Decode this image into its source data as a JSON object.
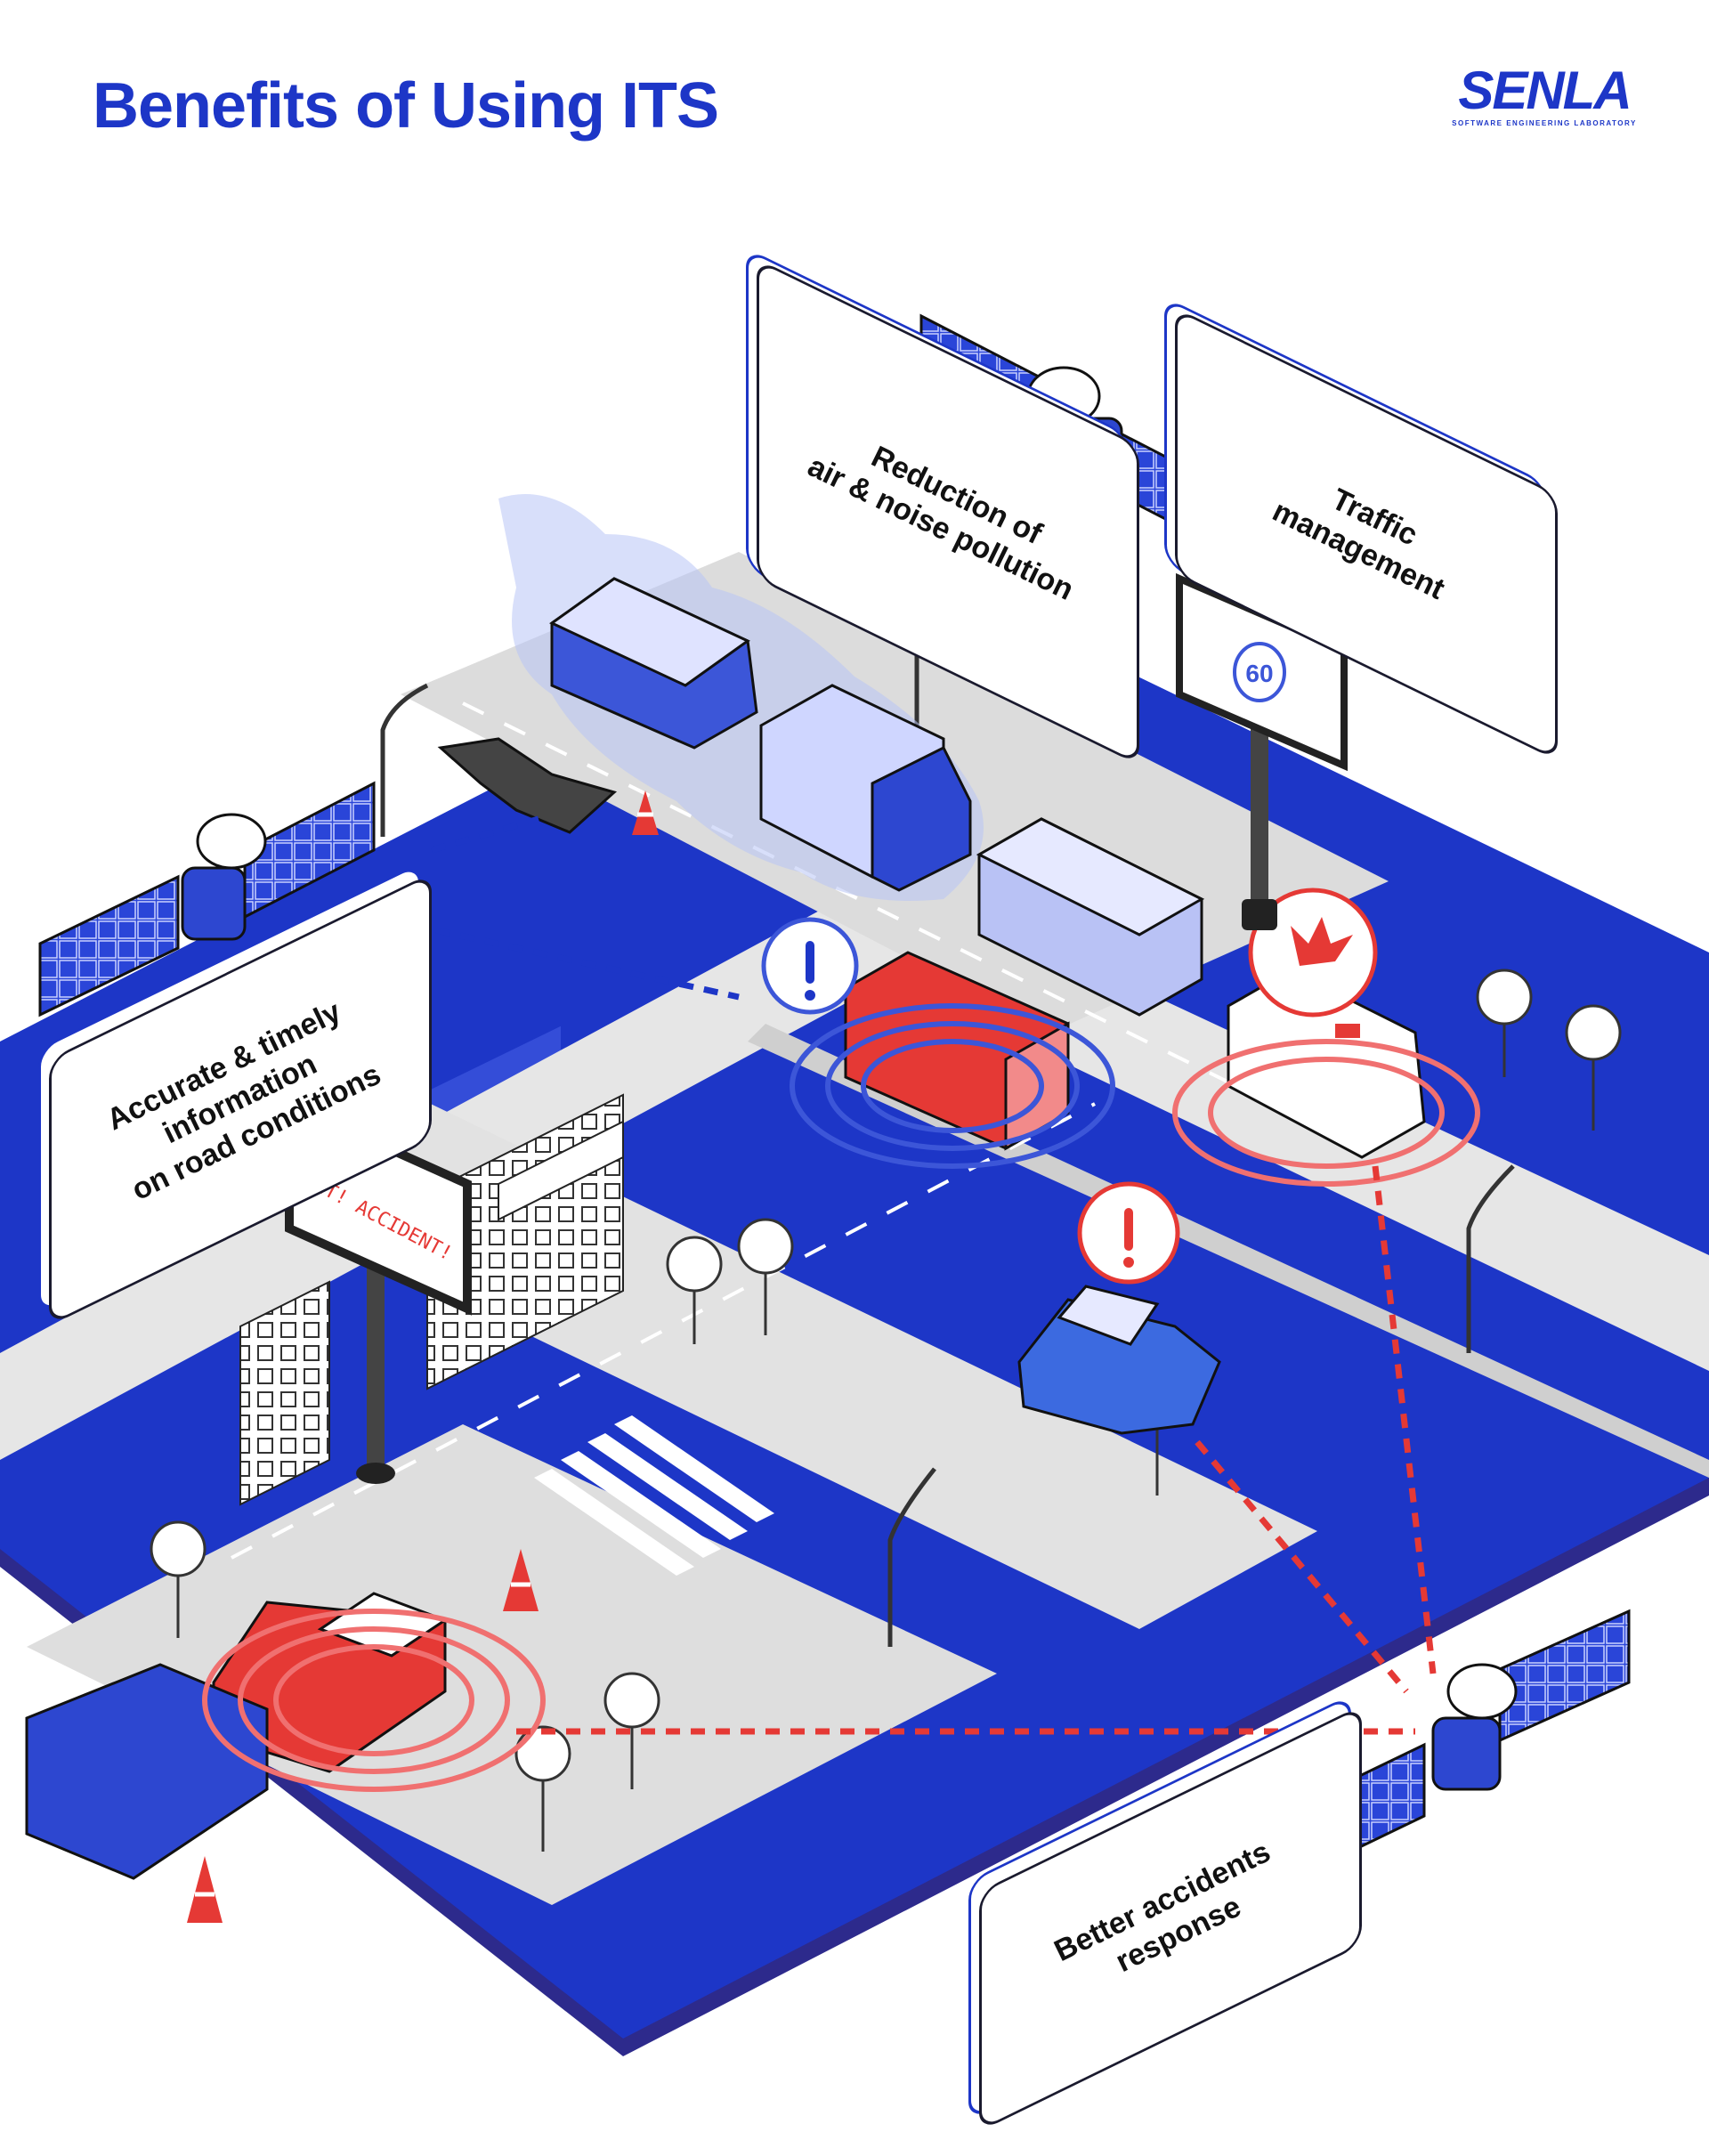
{
  "title": "Benefits of Using ITS",
  "logo": {
    "word": "SENLA",
    "subtitle": "SOFTWARE ENGINEERING LABORATORY"
  },
  "benefits": [
    {
      "id": "pollution",
      "text": "Reduction of\nair & noise pollution"
    },
    {
      "id": "traffic",
      "text": "Traffic\nmanagement"
    },
    {
      "id": "info",
      "text": "Accurate & timely\ninformation\non road conditions"
    },
    {
      "id": "accidents",
      "text": "Better accidents\nresponse"
    }
  ],
  "speed_sign": {
    "value": "60"
  },
  "billboard": {
    "text": "IDENT! ACCIDENT!"
  },
  "colors": {
    "brand": "#1d36c7",
    "alert": "#e53935",
    "road": "#dcdcdc",
    "platform": "#1d36c7"
  },
  "icons": [
    "satellite-icon",
    "street-lamp-icon",
    "traffic-cone-icon",
    "tree-icon",
    "exclamation-icon",
    "collision-icon"
  ]
}
